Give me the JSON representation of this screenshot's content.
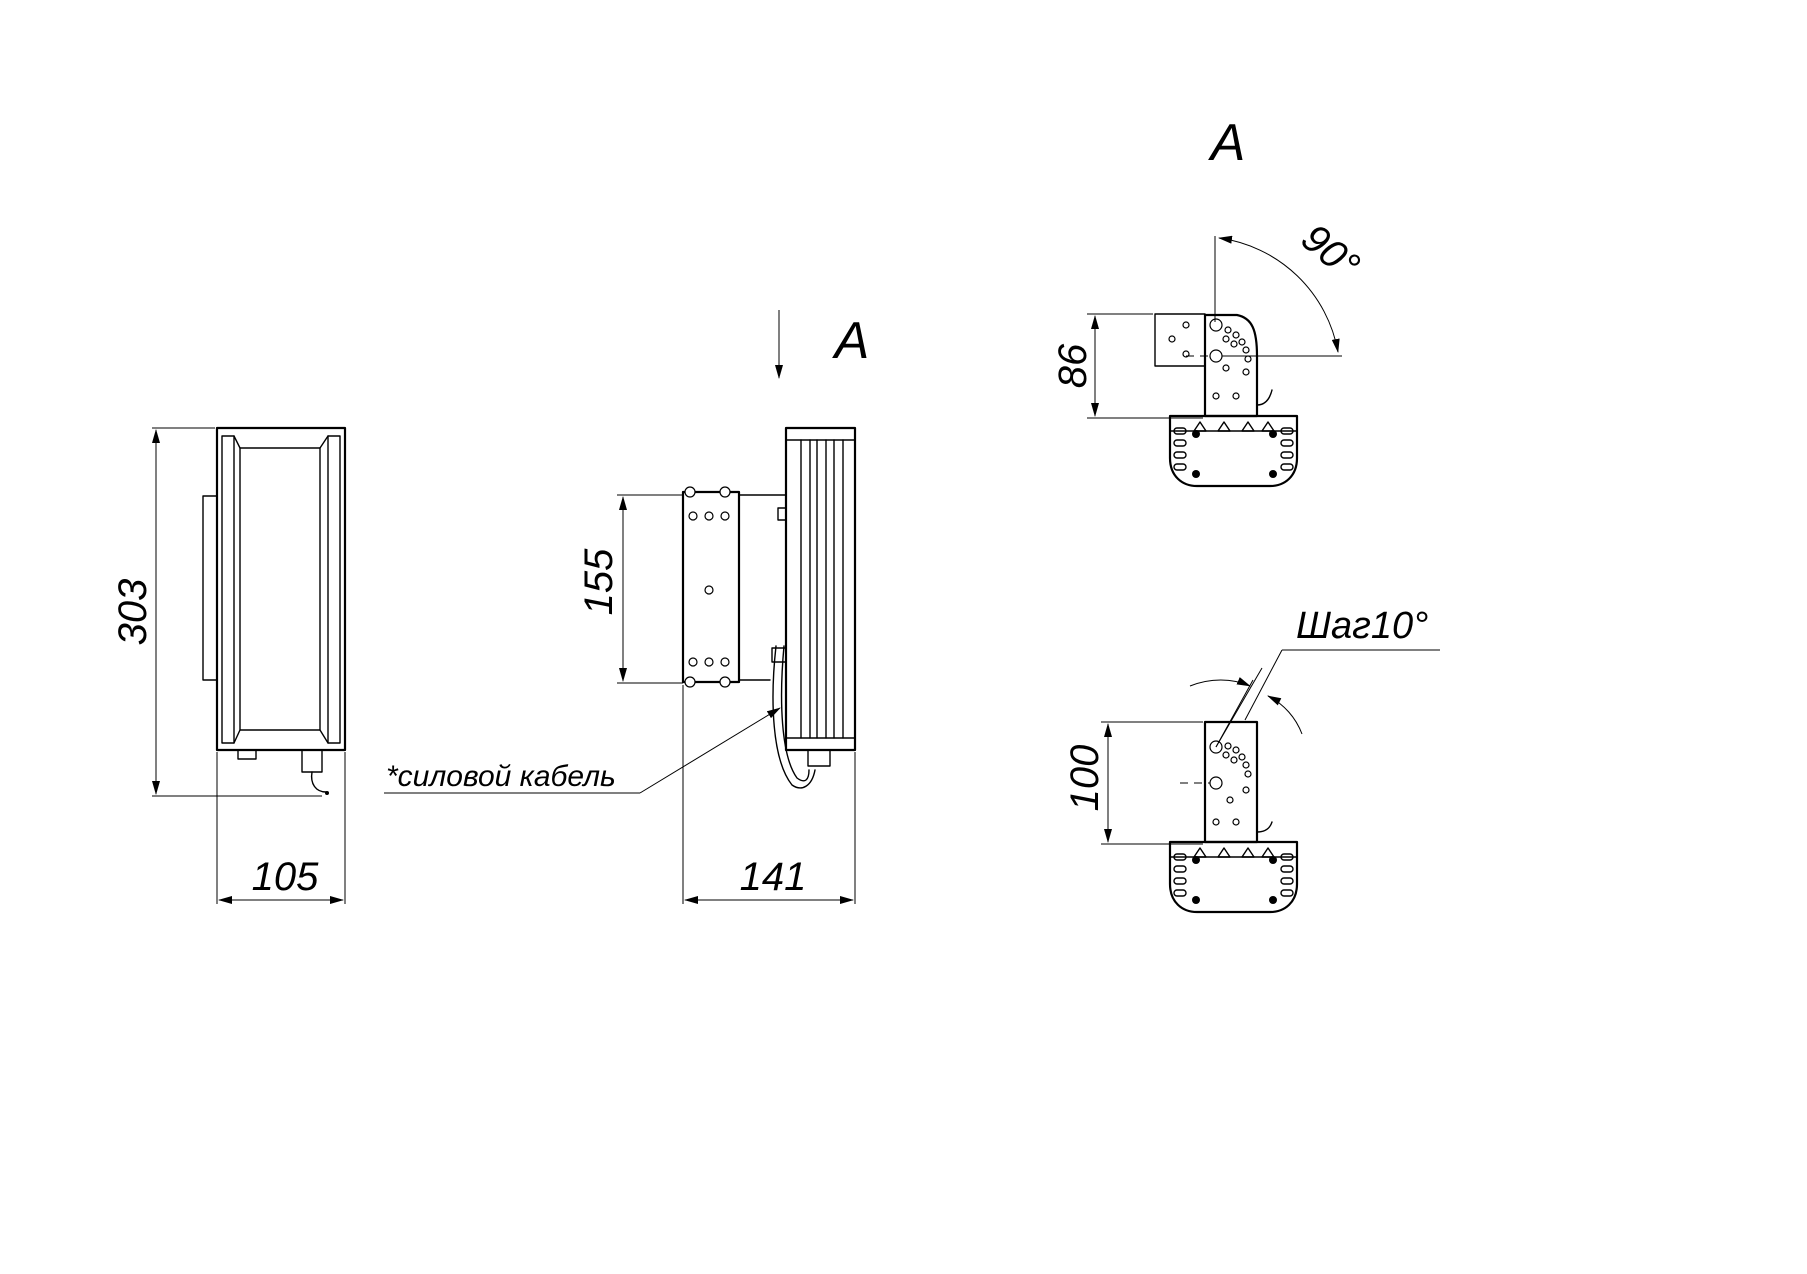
{
  "dimensions": {
    "height_303": "303",
    "width_105": "105",
    "mount_155": "155",
    "depth_141": "141",
    "bracket_86": "86",
    "bracket_100": "100",
    "angle_90": "90°"
  },
  "labels": {
    "view_arrow_label": "A",
    "view_title": "A",
    "cable_note": "*силовой кабель",
    "step_note": "Шаг10°"
  }
}
